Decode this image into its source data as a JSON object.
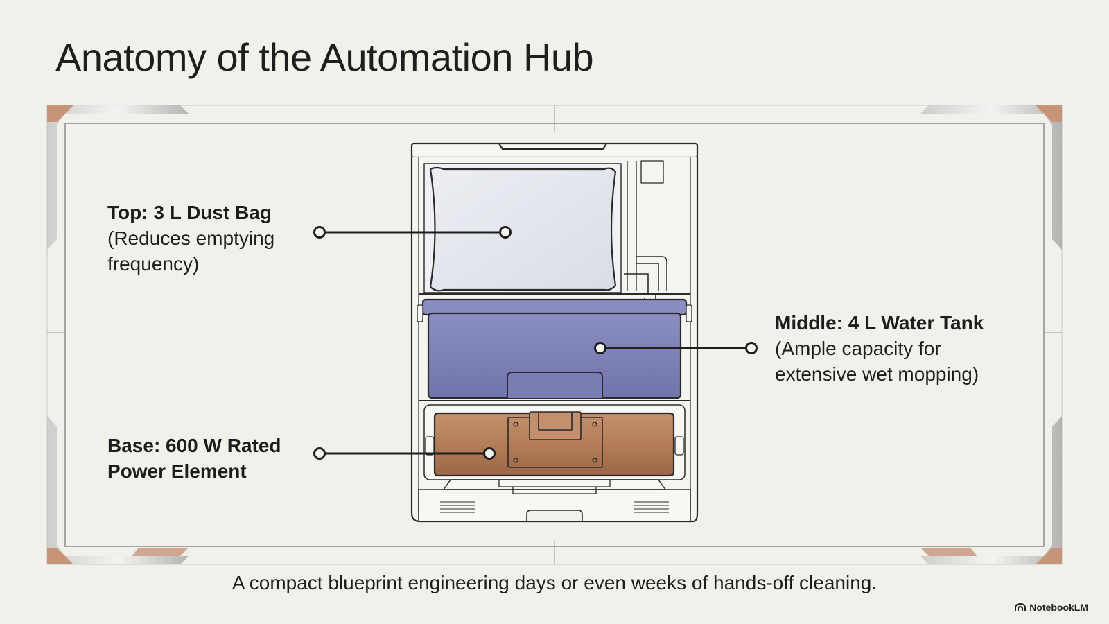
{
  "title": "Anatomy of the Automation Hub",
  "callouts": {
    "top": {
      "heading": "Top: 3 L Dust Bag",
      "detail_line1": "(Reduces emptying",
      "detail_line2": "frequency)"
    },
    "middle": {
      "heading": "Middle: 4 L Water Tank",
      "detail_line1": "(Ample capacity for",
      "detail_line2": "extensive wet mopping)"
    },
    "base": {
      "heading_line1": "Base: 600 W Rated",
      "heading_line2": "Power Element"
    }
  },
  "caption": "A compact blueprint engineering days or even weeks of hands-off cleaning.",
  "brand": "NotebookLM",
  "colors": {
    "background": "#f1f1ec",
    "line": "#2a2a2a",
    "dust_bag": "#e6e8ee",
    "water_tank": "#7f82b6",
    "power_element": "#b9825d",
    "copper_accent": "#c89478"
  }
}
